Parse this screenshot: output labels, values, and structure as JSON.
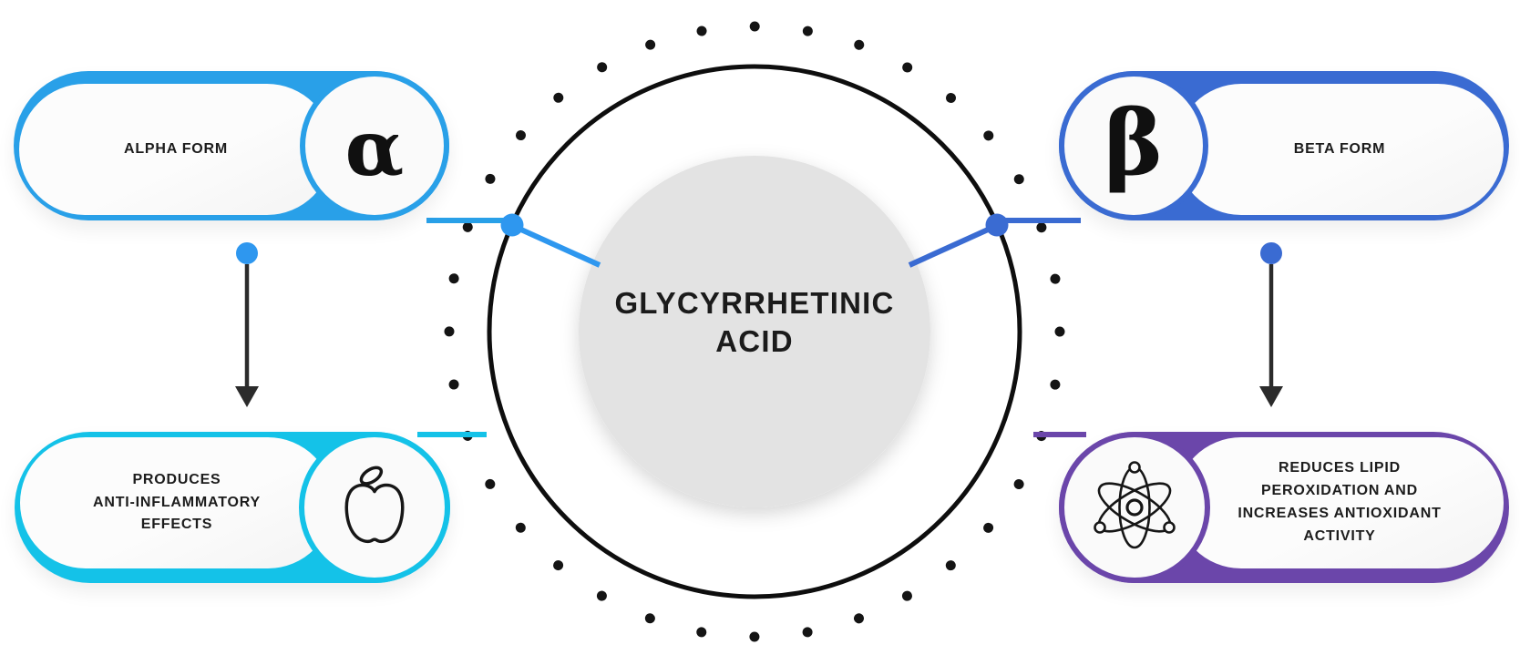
{
  "diagram": {
    "title": "GLYCYRRHETINIC\nACID",
    "center_fill": "#E3E3E3",
    "ring_color": "#141414",
    "arrow_color": "#2B2B2B",
    "nodes": {
      "alpha": {
        "label": "ALPHA FORM",
        "symbol": "α",
        "accent": "#29A0E8"
      },
      "beta": {
        "label": "BETA FORM",
        "symbol": "β",
        "accent": "#3A6BD2"
      },
      "alpha_effect": {
        "label": "PRODUCES\nANTI-INFLAMMATORY\nEFFECTS",
        "icon": "apple-icon",
        "accent": "#14C2E8"
      },
      "beta_effect": {
        "label": "REDUCES LIPID\nPEROXIDATION AND\nINCREASES ANTIOXIDANT\nACTIVITY",
        "icon": "atom-icon",
        "accent": "#6B46AA"
      }
    },
    "connector_colors": {
      "alpha_link": "#2E97EF",
      "beta_link": "#3A6BD2"
    }
  }
}
